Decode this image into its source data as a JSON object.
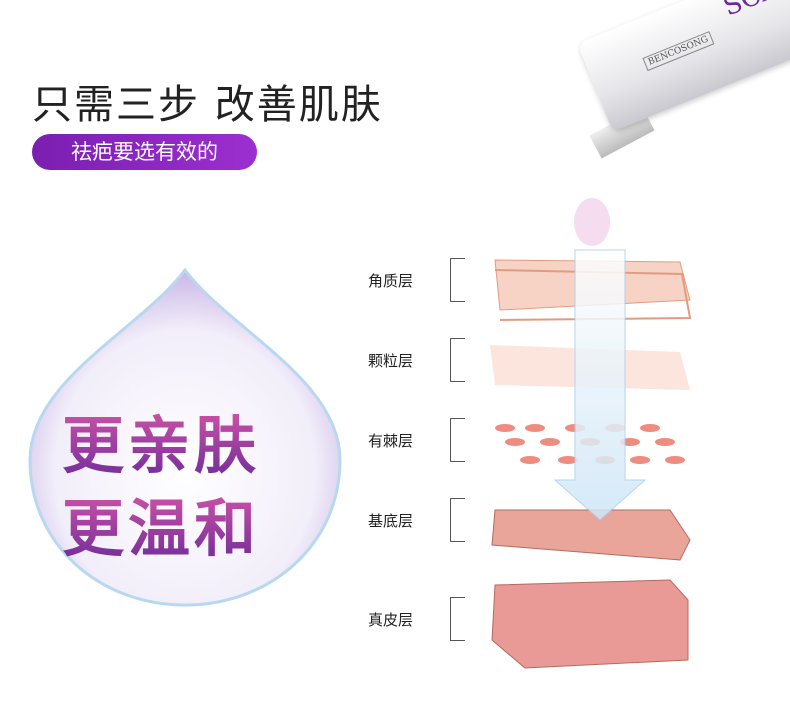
{
  "header": {
    "title": "只需三步 改善肌肤",
    "tagline": "祛疤要选有效的"
  },
  "slogan": {
    "line1": "更亲肤",
    "line2": "更温和"
  },
  "layers": [
    {
      "label": "角质层"
    },
    {
      "label": "颗粒层"
    },
    {
      "label": "有棘层"
    },
    {
      "label": "基底层"
    },
    {
      "label": "真皮层"
    }
  ],
  "product": {
    "brand_text": "SCA",
    "logo_text": "BENCOSONG"
  },
  "colors": {
    "accent": "#8a24c0",
    "skin": "#f0b7a8"
  }
}
